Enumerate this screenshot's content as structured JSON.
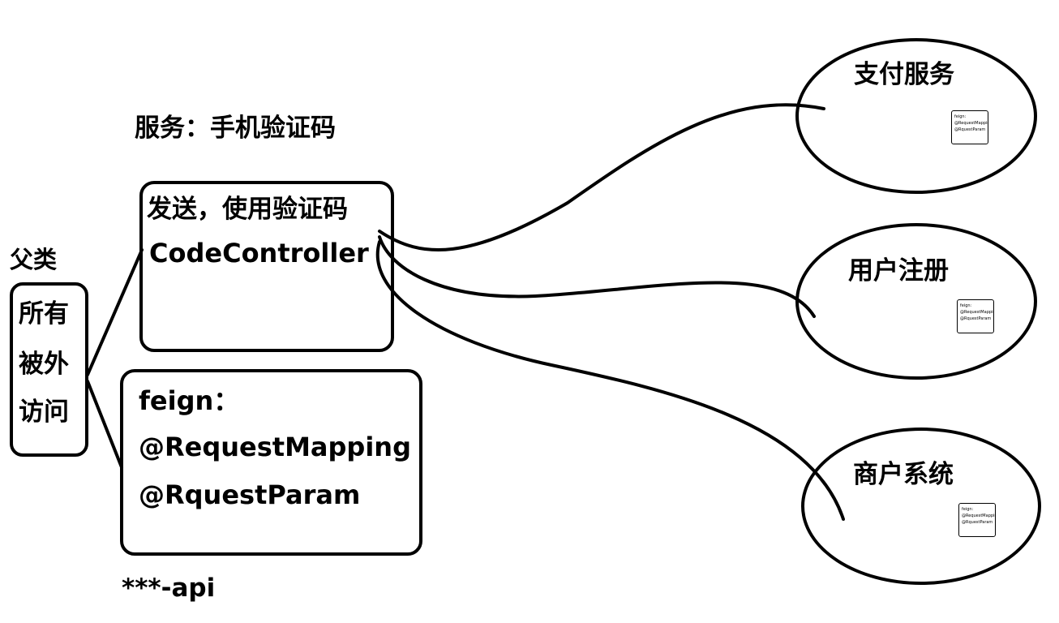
{
  "service_title": "服务：手机验证码",
  "parent": {
    "label": "父类",
    "box_lines": [
      "所有",
      "被外",
      "访问"
    ]
  },
  "controller_box": {
    "line1": "发送，使用验证码",
    "line2": "CodeController"
  },
  "feign_box": {
    "line1": "feign：",
    "line2": "@RequestMapping",
    "line3": "@RquestParam"
  },
  "api_label": "***-api",
  "services": [
    {
      "name": "支付服务",
      "thumb_lines": [
        "feign:",
        "@RequestMapping",
        "@RquestParam"
      ]
    },
    {
      "name": "用户注册",
      "thumb_lines": [
        "feign:",
        "@RequestMapping",
        "@RquestParam"
      ]
    },
    {
      "name": "商户系统",
      "thumb_lines": [
        "feign:",
        "@RequestMapping",
        "@RquestParam"
      ]
    }
  ]
}
